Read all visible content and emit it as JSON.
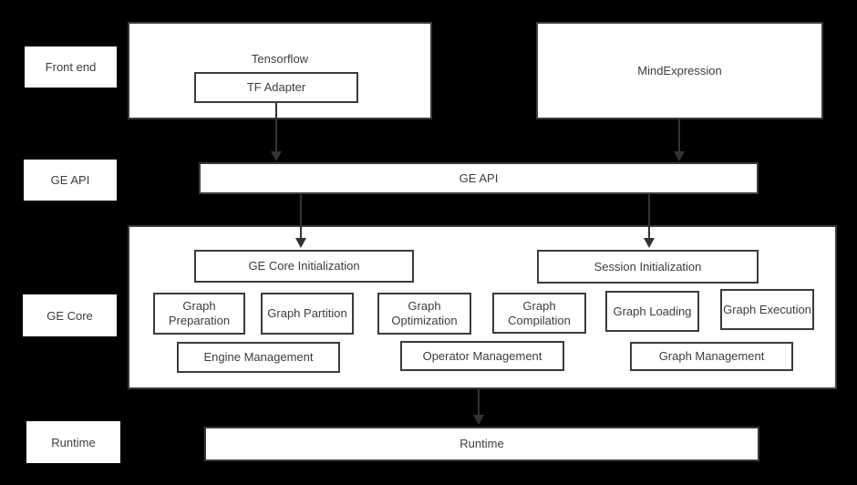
{
  "diagram": {
    "layer_labels": {
      "front_end": "Front end",
      "ge_api": "GE API",
      "ge_core": "GE Core",
      "runtime": "Runtime"
    },
    "nodes": {
      "tensorflow": "Tensorflow",
      "tf_adapter": "TF Adapter",
      "mindexpression": "MindExpression",
      "ge_api_bar": "GE API",
      "ge_core_initialization": "GE Core Initialization",
      "session_initialization": "Session Initialization",
      "graph_preparation": "Graph Preparation",
      "graph_partition": "Graph Partition",
      "graph_optimization": "Graph Optimization",
      "graph_compilation": "Graph Compilation",
      "graph_loading": "Graph Loading",
      "graph_execution": "Graph Execution",
      "engine_management": "Engine Management",
      "operator_management": "Operator Management",
      "graph_management": "Graph Management",
      "runtime_bar": "Runtime"
    },
    "colors": {
      "background": "#000000",
      "box_fill": "#ffffff",
      "box_border": "#3b3b3b",
      "text": "#3d3d3d",
      "arrow": "#333333"
    }
  }
}
